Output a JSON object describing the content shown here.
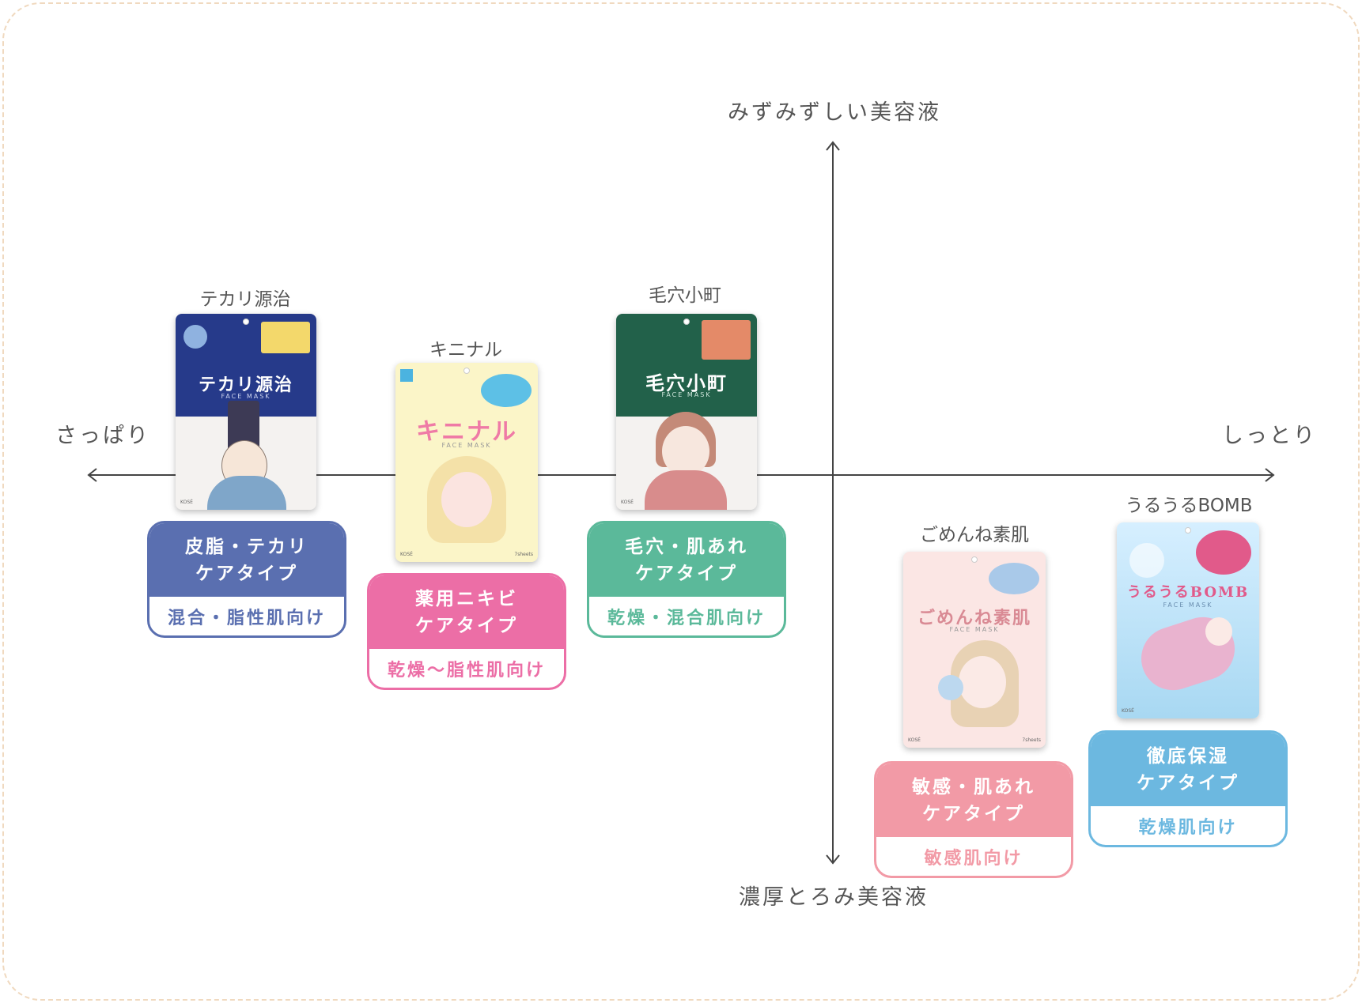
{
  "axes": {
    "top": "みずみずしい美容液",
    "bottom": "濃厚とろみ美容液",
    "left": "さっぱり",
    "right": "しっとり"
  },
  "colors": {
    "frame": "#f0d9bf",
    "axis": "#444444",
    "tekari": "#5a6fb0",
    "kininaru": "#ec6ea6",
    "keana": "#5bb99a",
    "gomenne": "#f29aa6",
    "ururu": "#6cb8e0"
  },
  "products": [
    {
      "name": "テカリ源治",
      "pack_title": "テカリ源治",
      "pack_sub": "FACE MASK",
      "type_line1": "皮脂・テカリ",
      "type_line2": "ケアタイプ",
      "skin": "混合・脂性肌向け",
      "icon": "tekari-genji-mask-pack"
    },
    {
      "name": "キニナル",
      "pack_title": "キニナル",
      "pack_sub": "FACE MASK",
      "type_line1": "薬用ニキビ",
      "type_line2": "ケアタイプ",
      "skin": "乾燥〜脂性肌向け",
      "icon": "kininaru-mask-pack"
    },
    {
      "name": "毛穴小町",
      "pack_title": "毛穴小町",
      "pack_sub": "FACE MASK",
      "type_line1": "毛穴・肌あれ",
      "type_line2": "ケアタイプ",
      "skin": "乾燥・混合肌向け",
      "icon": "keana-komachi-mask-pack"
    },
    {
      "name": "ごめんね素肌",
      "pack_title": "ごめんね素肌",
      "pack_sub": "FACE MASK",
      "type_line1": "敏感・肌あれ",
      "type_line2": "ケアタイプ",
      "skin": "敏感肌向け",
      "icon": "gomenne-suhada-mask-pack"
    },
    {
      "name": "うるうるBOMB",
      "pack_title": "うるうるBOMB",
      "pack_sub": "FACE MASK",
      "type_line1": "徹底保湿",
      "type_line2": "ケアタイプ",
      "skin": "乾燥肌向け",
      "icon": "ururu-bomb-mask-pack"
    }
  ]
}
